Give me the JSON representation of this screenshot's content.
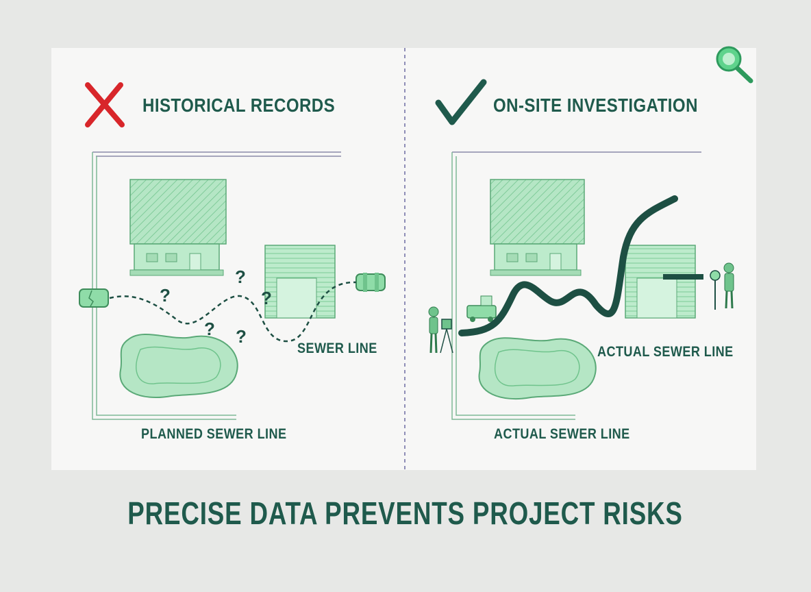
{
  "left": {
    "heading": "HISTORICAL RECORDS",
    "status_icon": "x-mark-icon",
    "sewer_label": "SEWER LINE",
    "bottom_label": "PLANNED SEWER LINE"
  },
  "right": {
    "heading": "ON-SITE INVESTIGATION",
    "status_icon": "check-mark-icon",
    "sewer_label": "ACTUAL SEWER LINE",
    "bottom_label": "ACTUAL SEWER LINE"
  },
  "tagline": "PRECISE DATA PREVENTS PROJECT RISKS",
  "colors": {
    "brand": "#1f5a4c",
    "green_fill": "#a9e3bd",
    "green_line": "#6fc38c",
    "cross": "#d8262a",
    "pipe": "#1d4f43"
  }
}
